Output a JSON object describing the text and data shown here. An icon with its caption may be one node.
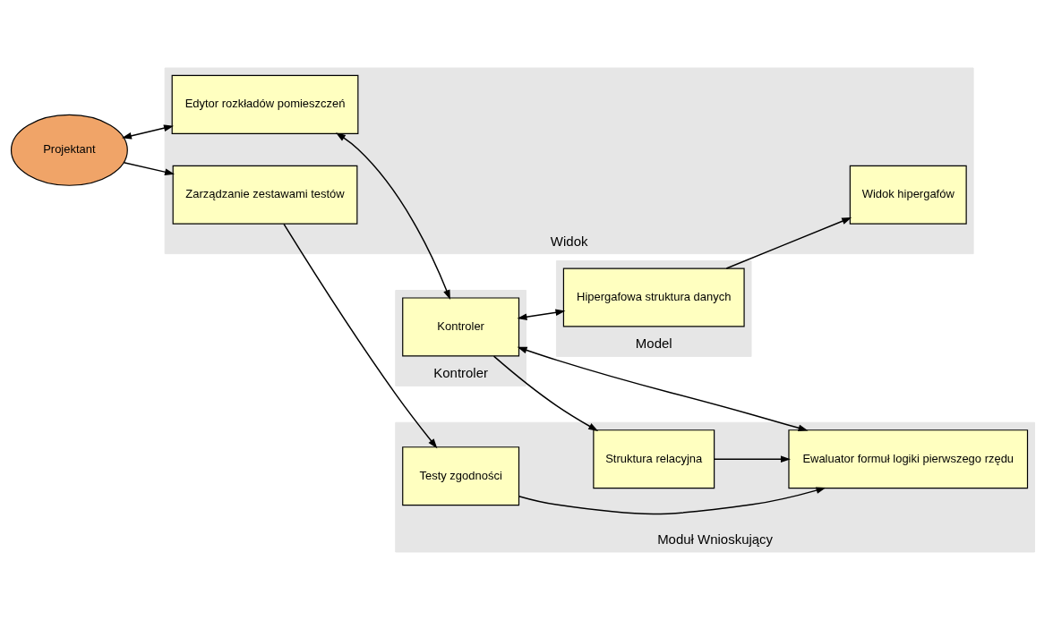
{
  "diagram": {
    "nodes": [
      {
        "text": [
          "Widok"
        ]
      },
      {
        "text": [
          "Kontroler"
        ]
      },
      {
        "text": [
          "Model"
        ]
      },
      {
        "text": [
          "Widok hipergafów"
        ],
        "in": 0
      },
      {
        "text": [
          "Hipergafowa struktura danych"
        ],
        "in": 2
      },
      {
        "text": [
          "Moduł Wnioskujący"
        ]
      },
      {
        "text": [
          "Edytor rozkładów pomieszczeń"
        ],
        "in": 0
      },
      {
        "text": [
          "Projektant"
        ]
      },
      {
        "text": [
          "Kontroler"
        ],
        "in": 1
      },
      {
        "text": [
          "Struktura relacyjna"
        ],
        "in": 5
      },
      {
        "text": [
          "Ewaluator formuł logiki pierwszego rzędu"
        ],
        "in": 5
      },
      {
        "text": [
          "Zarządzanie zestawami testów"
        ],
        "in": 0
      },
      {
        "text": [
          "Testy zgodności"
        ],
        "in": 5
      }
    ],
    "edges": [
      {
        "from": 4,
        "to": 3,
        "arrow": "to"
      },
      {
        "from": 8,
        "to": 4,
        "arrow": "both"
      },
      {
        "from": 7,
        "to": 6,
        "arrow": "both"
      },
      {
        "from": 6,
        "to": 8,
        "arrow": "both"
      },
      {
        "from": 7,
        "to": 11,
        "arrow": "to"
      },
      {
        "from": 8,
        "to": 9,
        "arrow": "to"
      },
      {
        "from": 9,
        "to": 10,
        "arrow": "to"
      },
      {
        "from": 8,
        "to": 10,
        "arrow": "both"
      },
      {
        "from": 11,
        "to": 12,
        "arrow": "to"
      },
      {
        "from": 12,
        "to": 10,
        "arrow": "to"
      }
    ]
  }
}
